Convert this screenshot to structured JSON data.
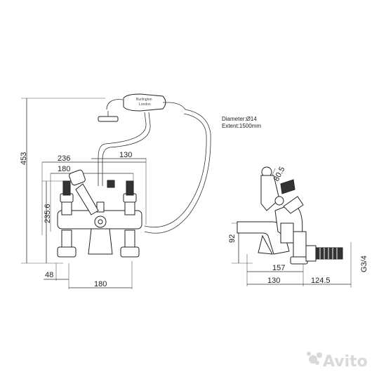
{
  "front_view": {
    "height_total": "453",
    "width_top": "236",
    "width_handles": "180",
    "offset_shower": "130",
    "height_handles": "235.6",
    "offset_left": "48",
    "width_bottom": "180",
    "hose_diameter": "Diameter:Ø14",
    "hose_extent": "Extent:1500mm",
    "handset_brand": "Burlington",
    "handset_sub": "London"
  },
  "side_view": {
    "handle_radius": "80.5",
    "height": "92",
    "spout_length": "157",
    "spout_to_center": "130",
    "tail_length": "124.5",
    "thread": "G3/4"
  },
  "watermark": {
    "text": "Avito"
  }
}
